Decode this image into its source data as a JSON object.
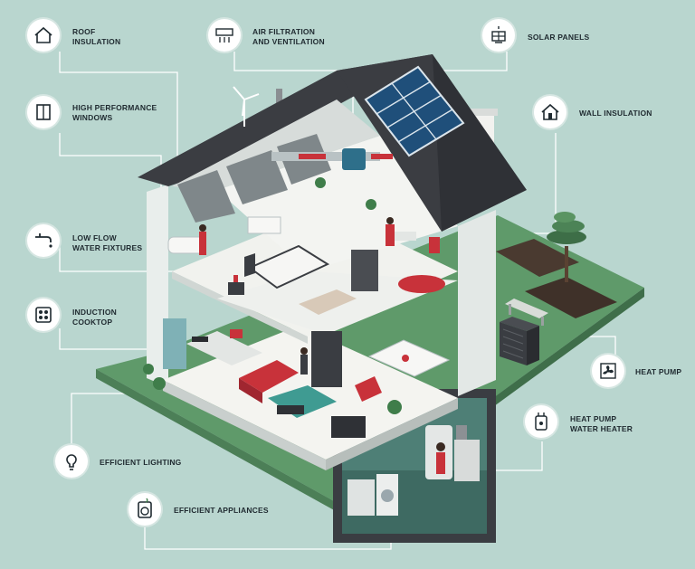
{
  "callouts": {
    "roof_insulation": {
      "label": "ROOF\nINSULATION",
      "icon": "house-icon"
    },
    "windows": {
      "label": "HIGH PERFORMANCE\nWINDOWS",
      "icon": "window-icon"
    },
    "water": {
      "label": "LOW FLOW\nWATER FIXTURES",
      "icon": "faucet-icon"
    },
    "cooktop": {
      "label": "INDUCTION\nCOOKTOP",
      "icon": "cooktop-icon"
    },
    "lighting": {
      "label": "EFFICIENT LIGHTING",
      "icon": "lightbulb-icon"
    },
    "appliances": {
      "label": "EFFICIENT APPLIANCES",
      "icon": "washing-machine-icon"
    },
    "air": {
      "label": "AIR FILTRATION\nAND VENTILATION",
      "icon": "air-vent-icon"
    },
    "solar": {
      "label": "SOLAR PANELS",
      "icon": "solar-panel-icon"
    },
    "wall": {
      "label": "WALL INSULATION",
      "icon": "house-wall-icon"
    },
    "heat_pump": {
      "label": "HEAT PUMP",
      "icon": "fan-icon"
    },
    "water_heater": {
      "label": "HEAT PUMP\nWATER HEATER",
      "icon": "water-heater-icon"
    }
  },
  "colors": {
    "background": "#b9d6cf",
    "roof": "#3b3d42",
    "wall": "#ecf0ef",
    "grass": "#5f9a6a",
    "solar": "#1f4f7a",
    "accent_red": "#c8323a",
    "floor": "#f2f2ee",
    "line": "#ffffff"
  }
}
